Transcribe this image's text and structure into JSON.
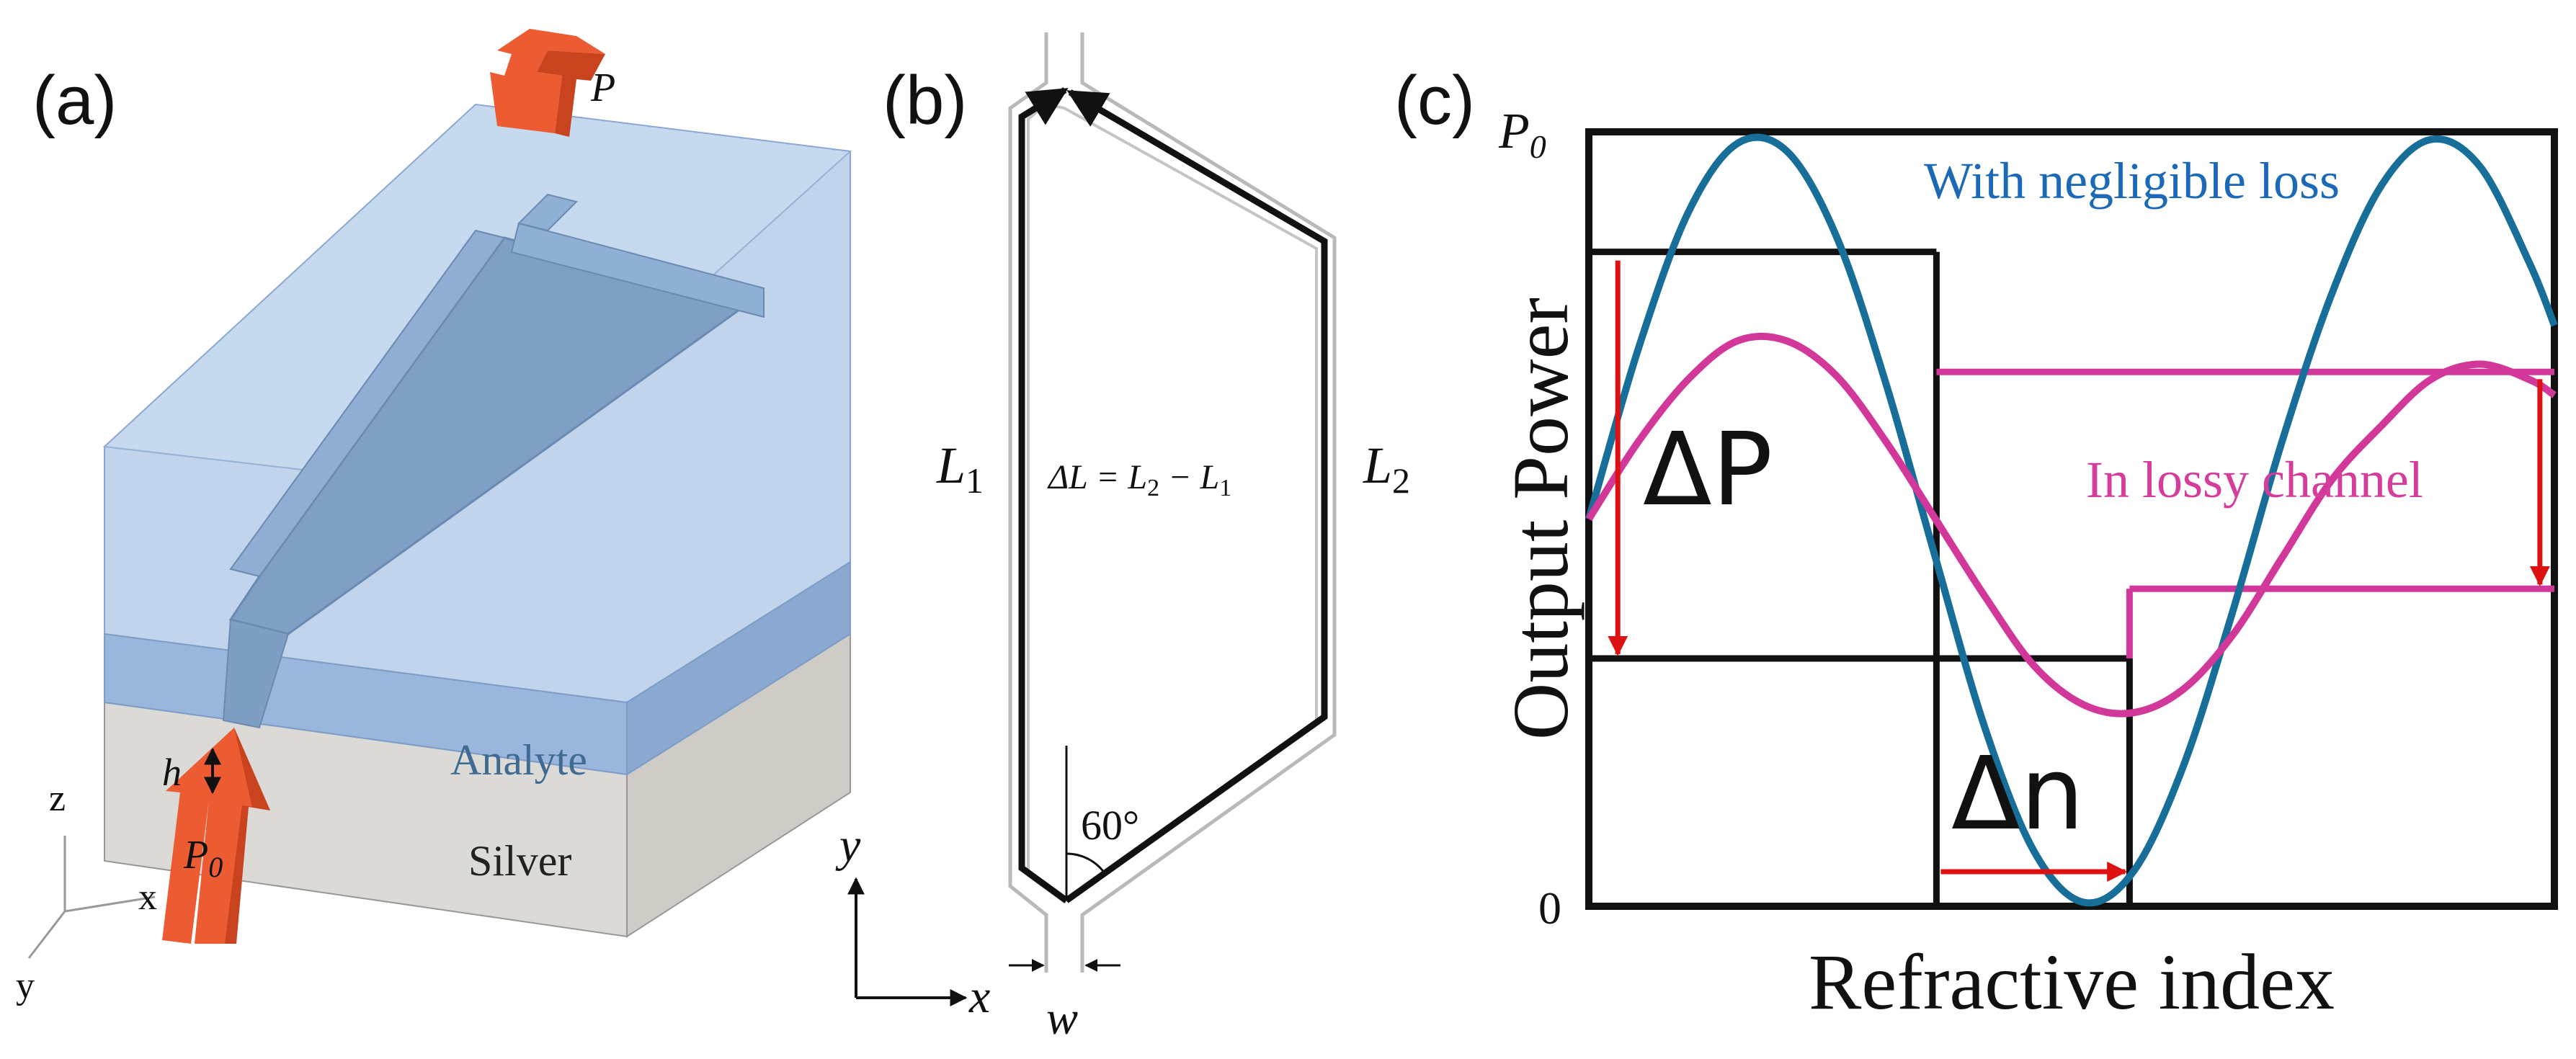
{
  "panels": {
    "a": {
      "label": "(a)",
      "p_out": "P",
      "p_in": "P",
      "p_in_sub": "0",
      "h": "h",
      "analyte": "Analyte",
      "silver": "Silver",
      "axes": {
        "z": "z",
        "x": "x",
        "y": "y"
      }
    },
    "b": {
      "label": "(b)",
      "l1": "L",
      "l1_sub": "1",
      "l2": "L",
      "l2_sub": "2",
      "delta_prefix": "ΔL = L",
      "delta_sub2": "2",
      "delta_mid": " − L",
      "delta_sub1": "1",
      "angle": "60°",
      "w": "w",
      "axis_y": "y",
      "axis_x": "x"
    },
    "c": {
      "label": "(c)",
      "p0": "P",
      "p0_sub": "0",
      "zero": "0",
      "ylabel": "Output Power",
      "xlabel": "Refractive index",
      "legend_blue": "With negligible loss",
      "legend_pink": "In lossy channel",
      "delta_p": "ΔP",
      "delta_n": "Δn"
    }
  },
  "colors": {
    "blue_curve": "#176f99",
    "pink_curve": "#d2389a",
    "arrow_red": "#dd1111",
    "analyte_fill": "#a8c4e6",
    "silver_fill": "#dcdad6",
    "orange_arrow": "#ec5b32",
    "legend_blue": "#1c6ab7",
    "legend_pink": "#d43d9b",
    "analyte_text": "#3f6b93"
  },
  "chart_data": {
    "type": "line",
    "ylim": [
      0,
      1
    ],
    "yticks": [
      "0",
      "P0"
    ],
    "series": [
      {
        "x": [
          0,
          0.0513,
          0.1026,
          0.1538,
          0.2051,
          0.2564,
          0.3077,
          0.359,
          0.4103,
          0.4615,
          0.5128,
          0.5641,
          0.6154,
          0.6667,
          0.7179,
          0.7692,
          0.8205,
          0.8718,
          0.9231,
          0.9744,
          1.0
        ],
        "values": [
          0.5,
          0.72,
          0.895,
          0.985,
          0.975,
          0.865,
          0.675,
          0.45,
          0.23,
          0.07,
          0.005,
          0.045,
          0.18,
          0.38,
          0.6,
          0.79,
          0.93,
          0.99,
          0.955,
          0.83,
          0.75
        ]
      },
      {
        "x": [
          0,
          0.0513,
          0.1026,
          0.1538,
          0.2051,
          0.2564,
          0.3077,
          0.359,
          0.4103,
          0.4615,
          0.5128,
          0.5641,
          0.6154,
          0.6667,
          0.7179,
          0.7692,
          0.8205,
          0.8718,
          0.9231,
          0.9744,
          1.0
        ],
        "values": [
          0.5,
          0.6,
          0.68,
          0.73,
          0.73,
          0.685,
          0.6,
          0.5,
          0.4,
          0.31,
          0.26,
          0.25,
          0.28,
          0.35,
          0.45,
          0.55,
          0.62,
          0.68,
          0.7,
          0.68,
          0.66
        ]
      }
    ],
    "levels": {
      "upper": 0.845,
      "lossy_high": 0.69,
      "middle": 0.32,
      "lossy_low": 0.41
    }
  }
}
